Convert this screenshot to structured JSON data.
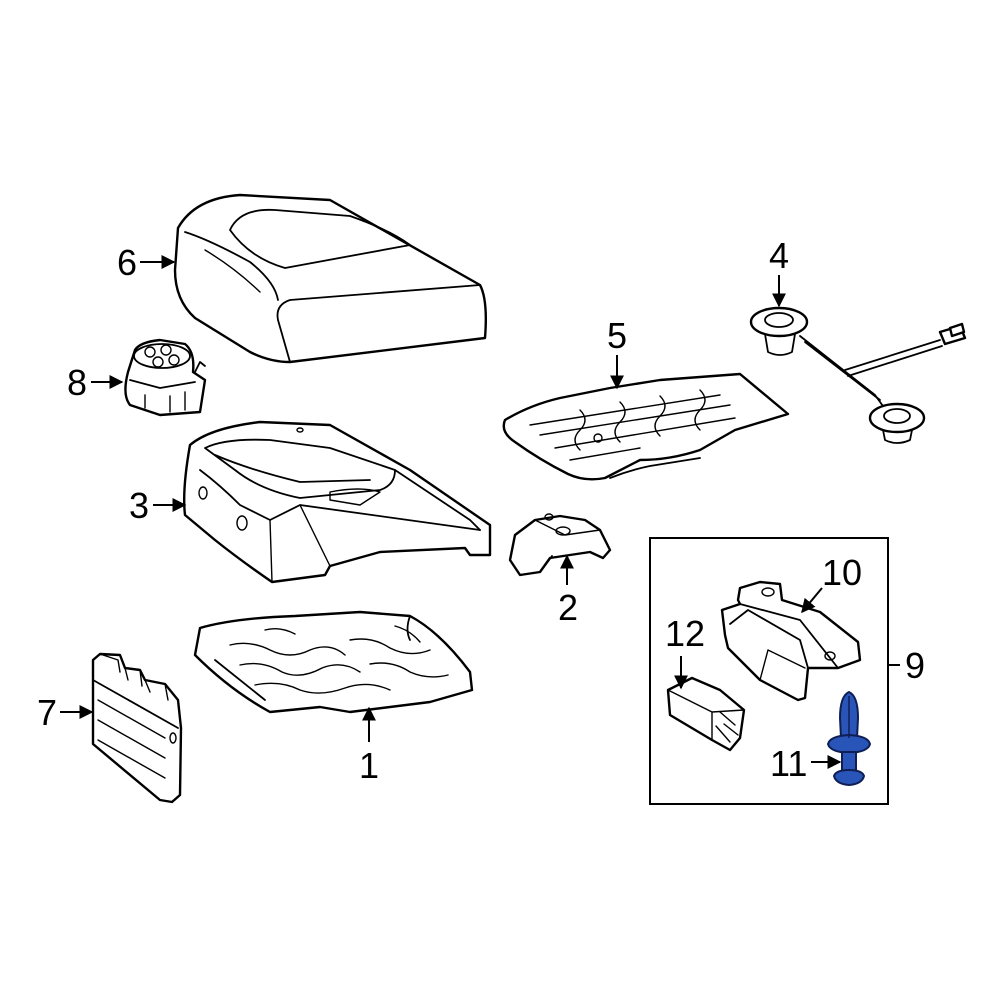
{
  "diagram": {
    "highlight_color": "#2a55b8",
    "parts": [
      {
        "id": "cushion-pad",
        "callout": "1"
      },
      {
        "id": "seat-bracket",
        "callout": "2"
      },
      {
        "id": "seat-frame",
        "callout": "3"
      },
      {
        "id": "wire-harness",
        "callout": "4"
      },
      {
        "id": "heater-element",
        "callout": "5"
      },
      {
        "id": "seat-cover",
        "callout": "6"
      },
      {
        "id": "control-module",
        "callout": "7"
      },
      {
        "id": "blower-motor",
        "callout": "8"
      },
      {
        "id": "bracket-kit-group",
        "callout": "9"
      },
      {
        "id": "mounting-bracket",
        "callout": "10"
      },
      {
        "id": "push-rivet",
        "callout": "11",
        "highlighted": true
      },
      {
        "id": "retainer-clip",
        "callout": "12"
      }
    ]
  }
}
